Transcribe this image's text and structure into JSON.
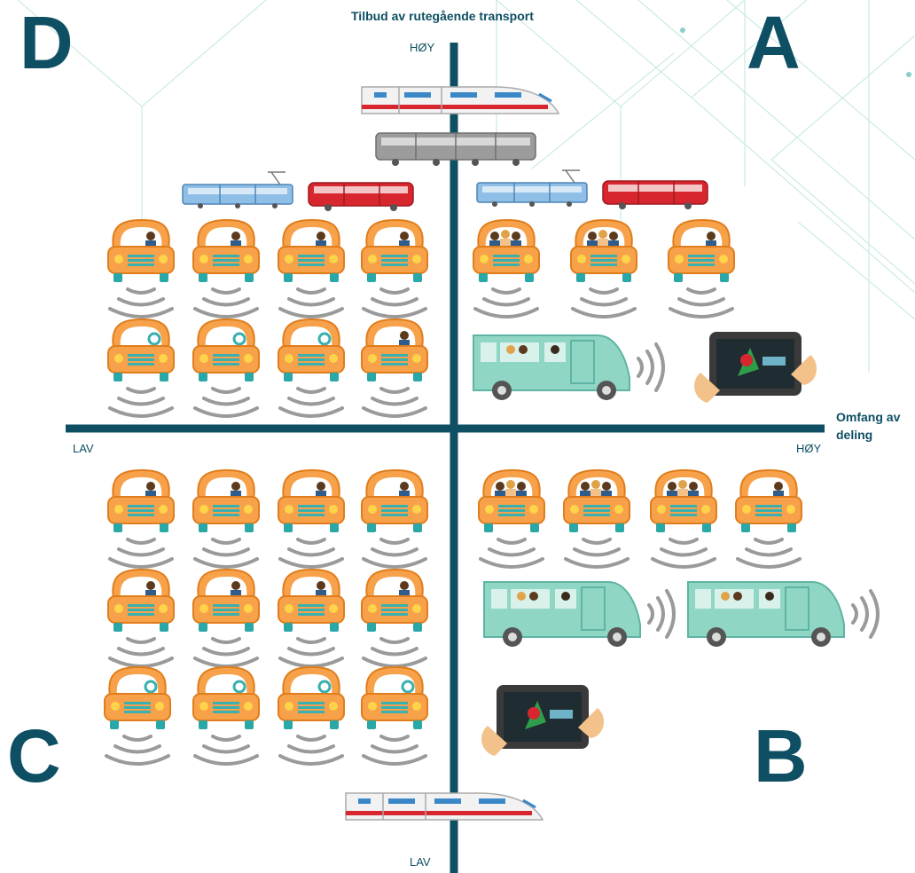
{
  "axes": {
    "vertical": {
      "title": "Tilbud av rutegående transport",
      "high": "HØY",
      "low": "LAV"
    },
    "horizontal": {
      "title_line1": "Omfang av",
      "title_line2": "deling",
      "high": "HØY",
      "low": "LAV"
    }
  },
  "quadrants": {
    "top_left": "D",
    "top_right": "A",
    "bottom_left": "C",
    "bottom_right": "B"
  },
  "colors": {
    "axis": "#0e4f63",
    "car": "#f7a24a",
    "car_outline": "#e07d1c",
    "van": "#8fd6c4",
    "tram_blue": "#8fbfe6",
    "tram_red": "#d7262e",
    "train_white": "#f2f2f2",
    "train_grey": "#9c9c9c",
    "signal": "#9a9a9a",
    "grid": "#66c2b4"
  },
  "icons": {
    "car": "taxi-car-icon",
    "van": "shared-van-icon",
    "tram": "tram-icon",
    "train": "train-icon",
    "tablet": "tablet-app-icon"
  }
}
